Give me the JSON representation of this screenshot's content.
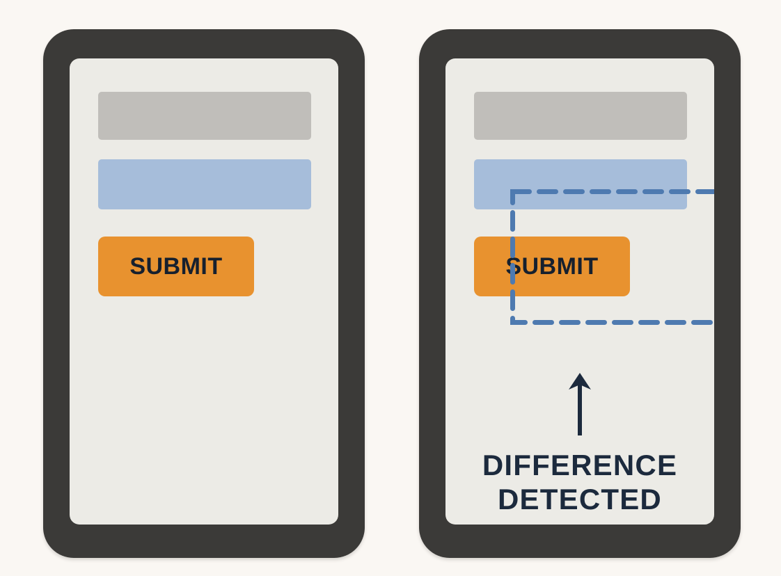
{
  "page": {
    "title": "Visual Regression Comparison",
    "background_color": "#faf7f3"
  },
  "colors": {
    "frame": "#3b3a38",
    "screen": "#ecebe6",
    "placeholder_gray": "#c0beba",
    "placeholder_blue": "#a6bdda",
    "accent_orange": "#e8922f",
    "highlight_blue": "#4e7ab0",
    "text_dark": "#16202e",
    "annotation_navy": "#1c2a3d"
  },
  "panels": [
    {
      "id": "baseline",
      "name": "baseline-screenshot",
      "rows": [
        {
          "type": "placeholder-bar",
          "variant": "gray",
          "label": ""
        },
        {
          "type": "placeholder-bar",
          "variant": "blue",
          "label": ""
        }
      ],
      "button": {
        "label": "SUBMIT"
      },
      "has_diff_highlight": false
    },
    {
      "id": "candidate",
      "name": "candidate-screenshot",
      "rows": [
        {
          "type": "placeholder-bar",
          "variant": "gray",
          "label": ""
        },
        {
          "type": "placeholder-bar",
          "variant": "blue",
          "label": ""
        }
      ],
      "button": {
        "label": "SUBMIT"
      },
      "has_diff_highlight": true,
      "highlight": {
        "style": "dashed",
        "color": "#4e7ab0",
        "stroke_width": 7,
        "dash_length": 24,
        "dash_gap": 14
      },
      "annotation": {
        "arrow": "arrow-up-icon",
        "line1": "DIFFERENCE",
        "line2": "DETECTED"
      }
    }
  ]
}
